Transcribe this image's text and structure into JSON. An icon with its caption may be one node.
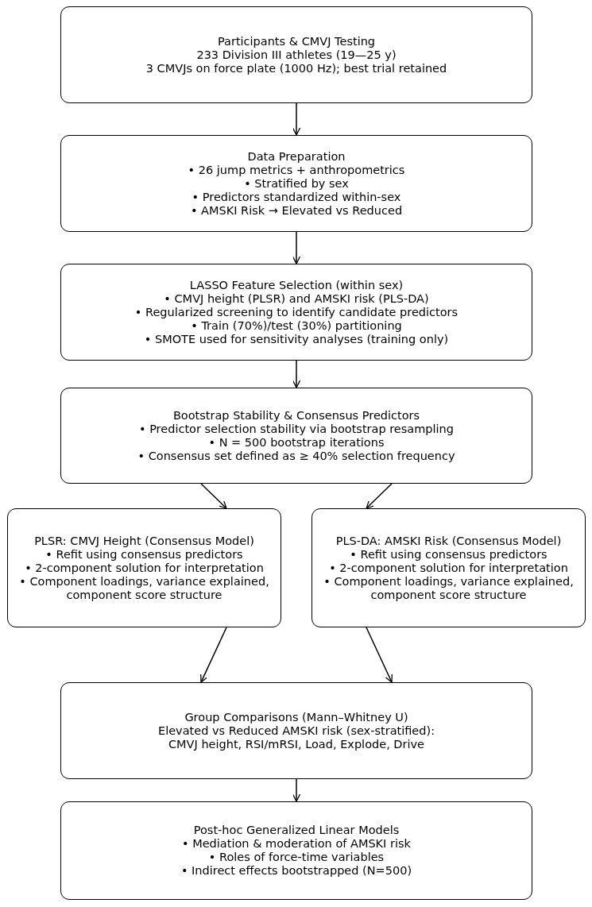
{
  "diagram": {
    "nodes": [
      {
        "text": [
          "Participants & CMVJ Testing",
          "233 Division III athletes (19—25 y)",
          "3 CMVJs on force plate (1000 Hz); best trial retained"
        ]
      },
      {
        "text": [
          "Data Preparation",
          "• 26 jump metrics + anthropometrics",
          "• Stratified by sex",
          "• Predictors standardized within-sex",
          "• AMSKI Risk → Elevated vs Reduced"
        ]
      },
      {
        "text": [
          "LASSO Feature Selection (within sex)",
          "• CMVJ height (PLSR) and AMSKI risk (PLS-DA)",
          "• Regularized screening to identify candidate predictors",
          "• Train (70%)/test (30%) partitioning",
          "• SMOTE used for sensitivity analyses (training only)"
        ]
      },
      {
        "text": [
          "Bootstrap Stability & Consensus Predictors",
          "• Predictor selection stability via bootstrap resampling",
          "• N = 500 bootstrap iterations",
          "• Consensus set defined as ≥ 40% selection frequency"
        ]
      },
      {
        "text": [
          "PLSR: CMVJ Height (Consensus Model)",
          "• Refit using consensus predictors",
          "• 2-component solution for interpretation",
          "• Component loadings, variance explained, component score structure"
        ]
      },
      {
        "text": [
          "PLS-DA: AMSKI Risk (Consensus Model)",
          "• Refit using consensus predictors",
          "• 2-component solution for interpretation",
          "• Component loadings, variance explained, component score structure"
        ]
      },
      {
        "text": [
          "Group Comparisons (Mann–Whitney U)",
          "Elevated vs Reduced AMSKI risk (sex-stratified):",
          "CMVJ height, RSI/mRSI, Load, Explode, Drive"
        ]
      },
      {
        "text": [
          "Post-hoc Generalized Linear Models",
          "• Mediation & moderation of AMSKI risk",
          "• Roles of force-time variables",
          "• Indirect effects bootstrapped (N=500)"
        ]
      }
    ],
    "edges": [
      {
        "from": 0,
        "to": 1,
        "arrow": "to"
      },
      {
        "from": 1,
        "to": 2,
        "arrow": "to"
      },
      {
        "from": 2,
        "to": 3,
        "arrow": "to"
      },
      {
        "from": 3,
        "to": 4,
        "arrow": "to"
      },
      {
        "from": 3,
        "to": 5,
        "arrow": "to"
      },
      {
        "from": 4,
        "to": 6,
        "arrow": "to"
      },
      {
        "from": 5,
        "to": 6,
        "arrow": "to"
      },
      {
        "from": 6,
        "to": 7,
        "arrow": "to"
      }
    ]
  }
}
